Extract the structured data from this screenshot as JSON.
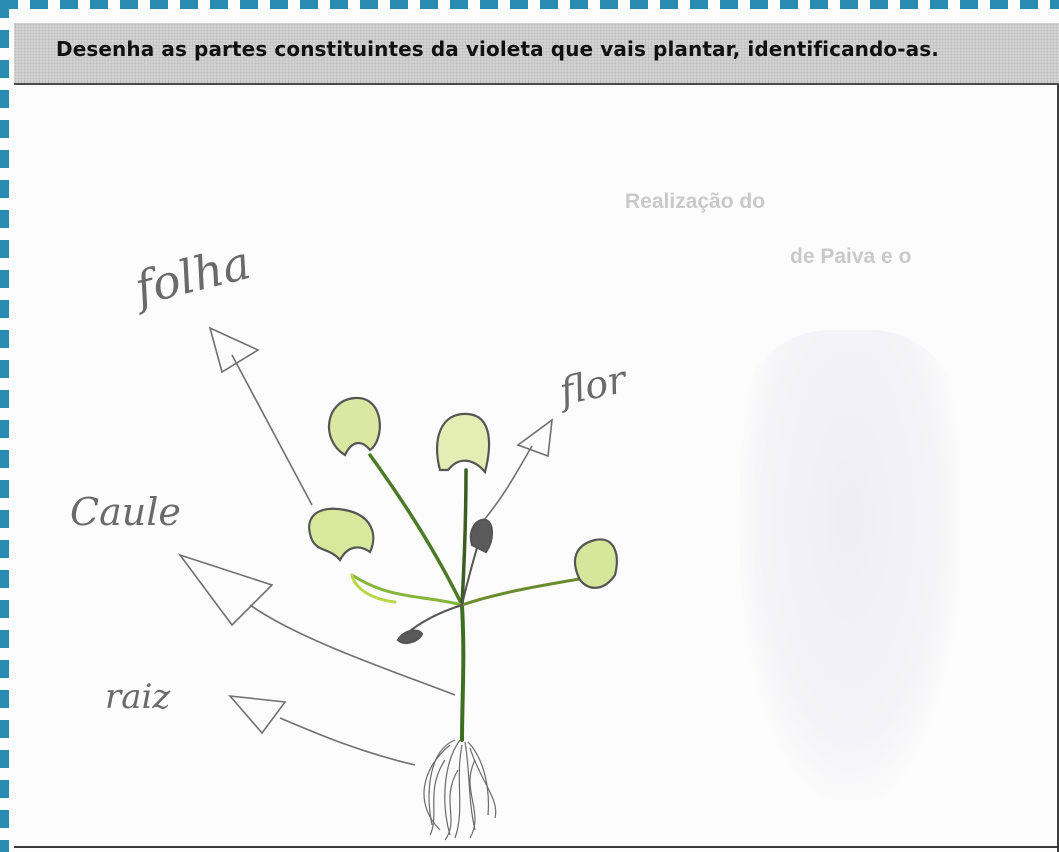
{
  "header": {
    "instruction": "Desenha as partes constituintes da violeta que vais plantar, identificando-as."
  },
  "background_showthrough": {
    "line1": "Realização do",
    "line2": "de Paiva e o"
  },
  "drawing": {
    "labels": {
      "folha": "folha",
      "flor": "flor",
      "caule": "Caule",
      "raiz": "raiz"
    }
  },
  "colors": {
    "frame_dash": "#2a8bb0",
    "header_bg": "#d4d4d4",
    "pencil": "#6a6a6a",
    "leaf_fill": "#dbe8a2",
    "stem": "#3e6e22"
  }
}
